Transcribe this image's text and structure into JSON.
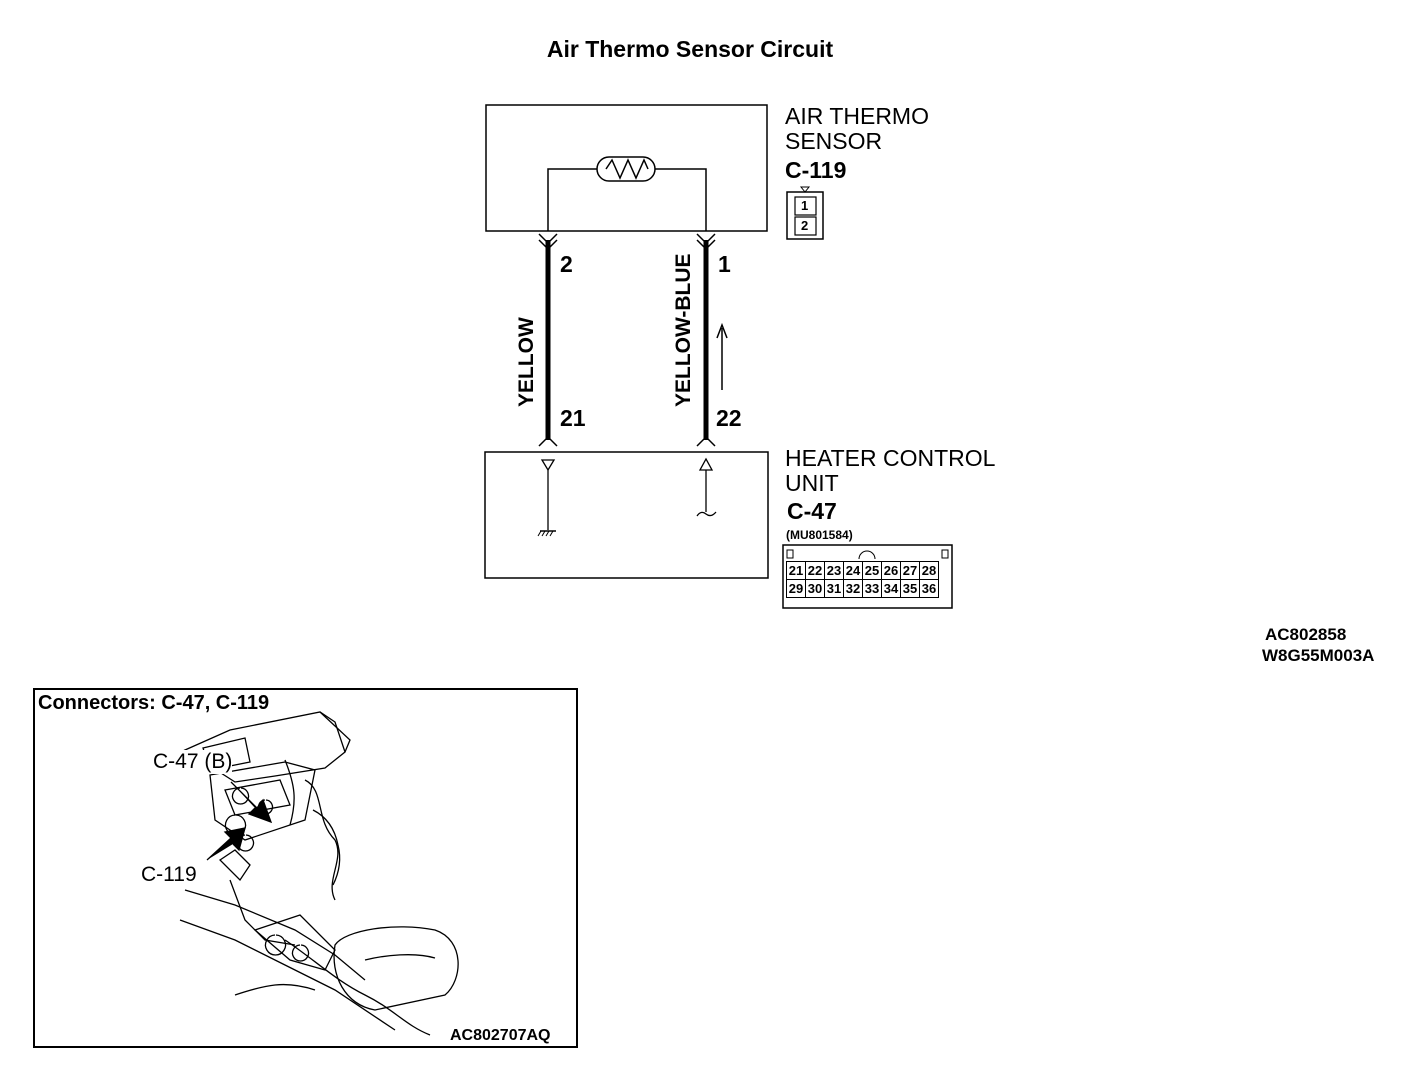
{
  "title": "Air Thermo Sensor Circuit",
  "sensor": {
    "name_line1": "AIR THERMO",
    "name_line2": "SENSOR",
    "connector": "C-119",
    "pins": [
      "1",
      "2"
    ]
  },
  "control_unit": {
    "name_line1": "HEATER CONTROL",
    "name_line2": "UNIT",
    "connector": "C-47",
    "part_number": "(MU801584)",
    "pins_row1": [
      "21",
      "22",
      "23",
      "24",
      "25",
      "26",
      "27",
      "28"
    ],
    "pins_row2": [
      "29",
      "30",
      "31",
      "32",
      "33",
      "34",
      "35",
      "36"
    ]
  },
  "wires": [
    {
      "color": "YELLOW",
      "sensor_pin": "2",
      "unit_pin": "21"
    },
    {
      "color": "YELLOW-BLUE",
      "sensor_pin": "1",
      "unit_pin": "22"
    }
  ],
  "codes": [
    "AC802858",
    "W8G55M003A"
  ],
  "inset": {
    "title": "Connectors: C-47, C-119",
    "label_c47": "C-47 (B)",
    "label_c119": "C-119",
    "code": "AC802707AQ"
  }
}
